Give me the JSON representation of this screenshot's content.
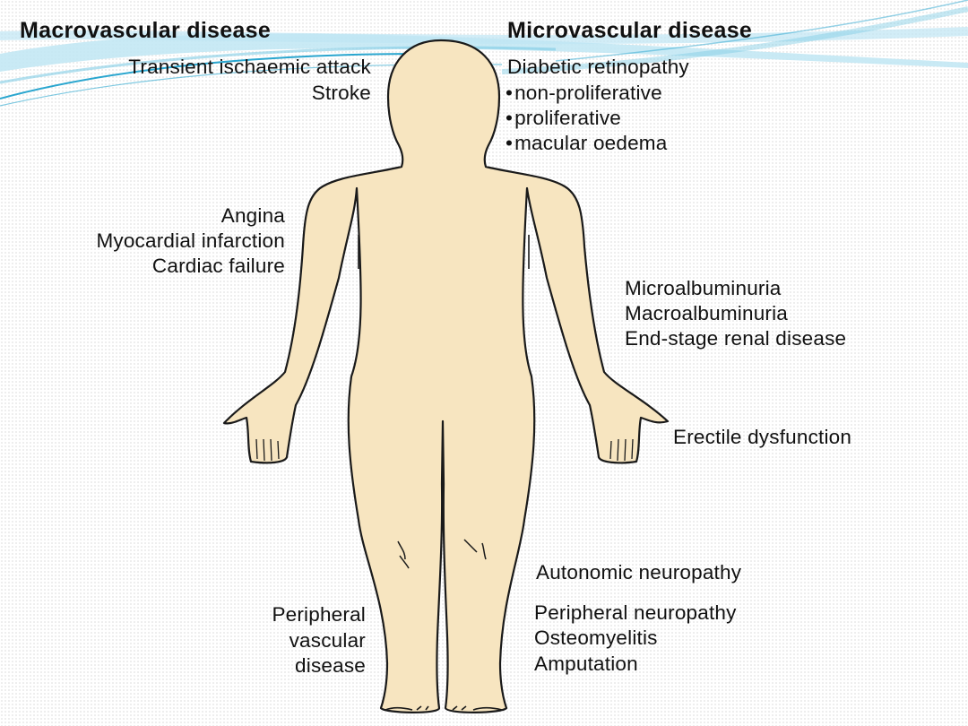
{
  "colors": {
    "skin": "#f7e5c0",
    "outline": "#1a1a1a",
    "decor_swoosh": "#2aa6cf",
    "decor_swoosh_light": "#bfe6f3",
    "text": "#111111"
  },
  "headings": {
    "macro": "Macrovascular disease",
    "micro": "Microvascular disease"
  },
  "macro": {
    "brain": [
      "Transient ischaemic attack",
      "Stroke"
    ],
    "heart": [
      "Angina",
      "Myocardial infarction",
      "Cardiac failure"
    ],
    "legs": [
      "Peripheral",
      "vascular",
      "disease"
    ]
  },
  "micro": {
    "eye_title": "Diabetic retinopathy",
    "eye_bullets": [
      "non-proliferative",
      "proliferative",
      "macular oedema"
    ],
    "kidney": [
      "Microalbuminuria",
      "Macroalbuminuria",
      "End-stage renal disease"
    ],
    "erectile": "Erectile dysfunction",
    "autonomic": "Autonomic neuropathy",
    "peripheral": [
      "Peripheral neuropathy",
      "Osteomyelitis",
      "Amputation"
    ]
  },
  "icons": [
    "corner-swoosh-decoration",
    "human-body-outline"
  ]
}
